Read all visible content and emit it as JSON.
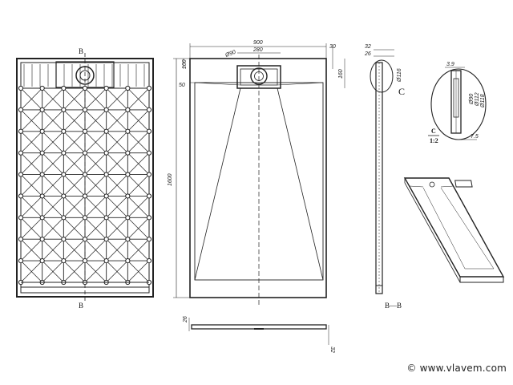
{
  "drawing": {
    "plan": {
      "section_label_top": "B",
      "section_label_bottom": "B"
    },
    "front": {
      "width_dim": "900",
      "drain_width_dim": "280",
      "drain_dia_dim": "Ø90",
      "top_right_dim": "30",
      "side_dim_a": "100",
      "side_dim_b": "160",
      "inner_offset_dim": "50",
      "length_dim": "1600"
    },
    "side_profile": {
      "thickness_dim_a": "26",
      "thickness_dim_b": "32"
    },
    "section": {
      "top_dim_a": "32",
      "top_dim_b": "26",
      "dia_dim": "Ø116",
      "detail_marker": "C",
      "caption": "B—B"
    },
    "detail": {
      "top_dim": "3.9",
      "dims": [
        "Ø90",
        "Ø112",
        "Ø118"
      ],
      "bottom_dim": "7.5",
      "label": "C",
      "scale": "1:2"
    }
  },
  "watermark": {
    "text": "© www.vlavem.com"
  },
  "colors": {
    "line": "#222222",
    "background": "#ffffff"
  }
}
